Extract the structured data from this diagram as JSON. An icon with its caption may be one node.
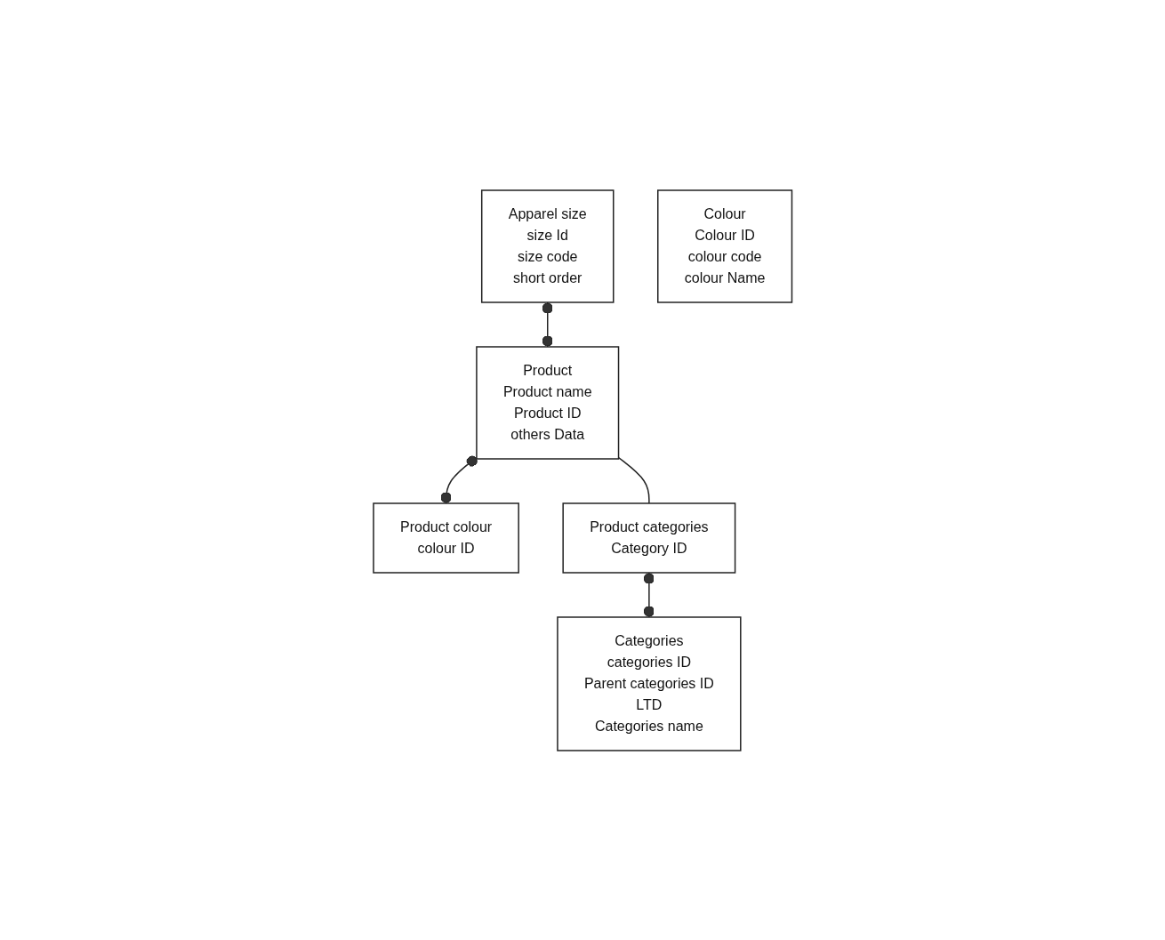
{
  "diagram": {
    "nodes": [
      {
        "text": [
          "Apparel size",
          "size Id",
          "size code",
          "short order"
        ]
      },
      {
        "text": [
          "Product colour",
          "colour ID"
        ]
      },
      {
        "text": [
          "Colour",
          "Colour ID",
          "colour code",
          "colour Name"
        ]
      },
      {
        "text": [
          "Product",
          "Product name",
          "Product ID",
          "others Data"
        ]
      },
      {
        "text": [
          "Categories",
          "categories ID",
          "Parent categories ID",
          "LTD",
          "Categories name"
        ]
      },
      {
        "text": [
          "Product categories",
          "Category ID"
        ]
      }
    ],
    "edges": [
      {
        "from": 0,
        "to": 3,
        "arrow": "other"
      },
      {
        "from": 3,
        "to": 1,
        "arrow": "other"
      },
      {
        "from": 3,
        "to": 5,
        "arrow": "none"
      },
      {
        "from": 5,
        "to": 4,
        "arrow": "other"
      }
    ]
  }
}
